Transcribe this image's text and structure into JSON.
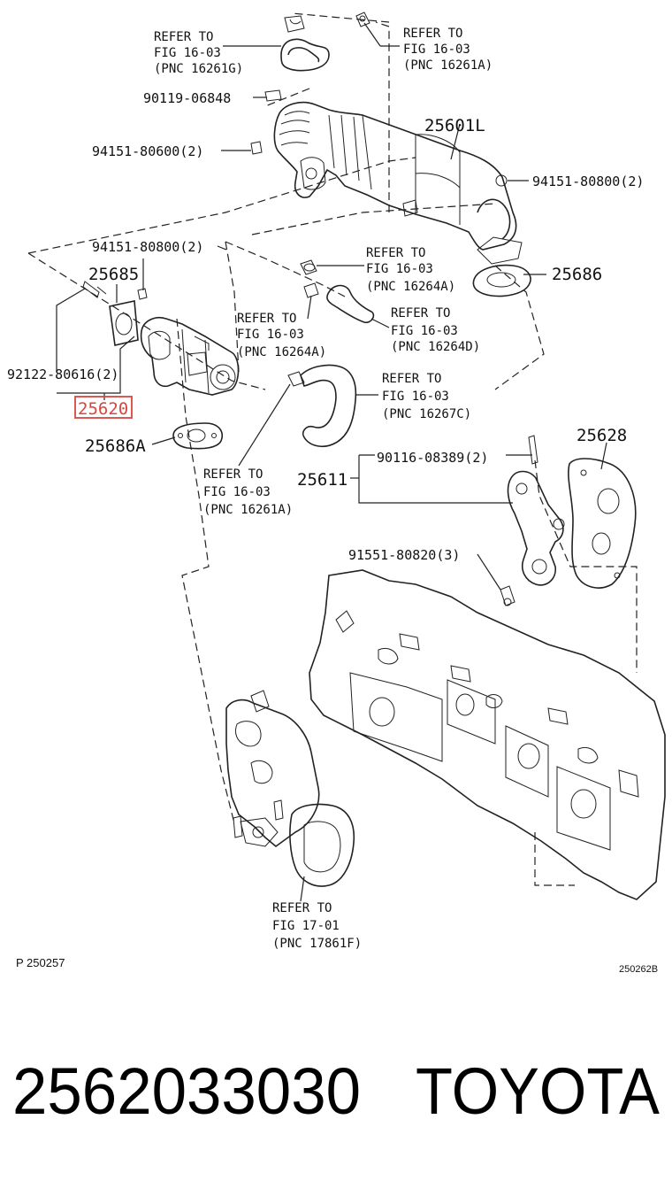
{
  "diagram": {
    "part_numbers": {
      "p25601L": "25601L",
      "p25685": "25685",
      "p25686": "25686",
      "p25686A": "25686A",
      "p25620": "25620",
      "p25611": "25611",
      "p25628": "25628"
    },
    "fasteners": {
      "f1": "90119-06848",
      "f2": "94151-80600(2)",
      "f3": "94151-80800(2)",
      "f4": "94151-80800(2)",
      "f5": "92122-80616(2)",
      "f6": "90116-08389(2)",
      "f7": "91551-80820(3)"
    },
    "references": [
      {
        "l1": "REFER TO",
        "l2": "FIG 16-03",
        "l3": "(PNC 16261G)"
      },
      {
        "l1": "REFER TO",
        "l2": "FIG 16-03",
        "l3": "(PNC 16261A)"
      },
      {
        "l1": "REFER TO",
        "l2": "FIG 16-03",
        "l3": "(PNC 16264A)"
      },
      {
        "l1": "REFER TO",
        "l2": "FIG 16-03",
        "l3": "(PNC 16264A)"
      },
      {
        "l1": "REFER TO",
        "l2": "FIG 16-03",
        "l3": "(PNC 16264D)"
      },
      {
        "l1": "REFER TO",
        "l2": "FIG 16-03",
        "l3": "(PNC 16267C)"
      },
      {
        "l1": "REFER TO",
        "l2": "FIG 16-03",
        "l3": "(PNC 16261A)"
      },
      {
        "l1": "REFER TO",
        "l2": "FIG 17-01",
        "l3": "(PNC 17861F)"
      }
    ],
    "code_left": "P 250257",
    "code_right": "250262B",
    "highlight_color": "#d9453f"
  },
  "footer": {
    "part_number": "2562033030",
    "brand": "TOYOTA"
  }
}
